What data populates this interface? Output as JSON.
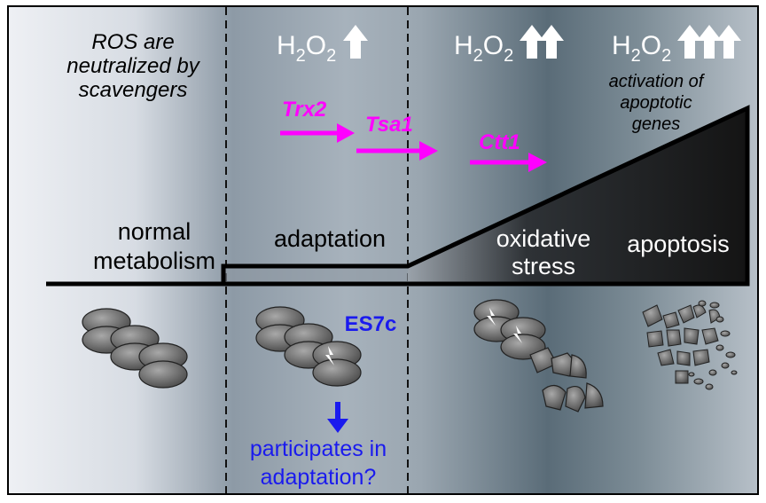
{
  "panels": {
    "normal": {
      "note_lines": [
        "ROS are",
        "neutralized by",
        "scavengers"
      ],
      "label_lines": [
        "normal",
        "metabolism"
      ]
    },
    "adaptation": {
      "label": "adaptation",
      "protein": "ES7c",
      "question_lines": [
        "participates in",
        "adaptation?"
      ]
    },
    "stress": {
      "label_lines": [
        "oxidative",
        "stress"
      ]
    },
    "apoptosis": {
      "label": "apoptosis",
      "note_lines": [
        "activation of",
        "apoptotic",
        "genes"
      ]
    }
  },
  "h2o2": {
    "h": "H",
    "sub": "2",
    "o": "O",
    "levels": [
      1,
      2,
      3
    ]
  },
  "enzymes": [
    "Trx2",
    "Tsa1",
    "Ctt1"
  ],
  "colors": {
    "enzyme": "#ff00ff",
    "protein": "#1a1aee",
    "arrow_down": "#1a1aee",
    "line": "#000000",
    "cell": "#6e6e6e"
  }
}
